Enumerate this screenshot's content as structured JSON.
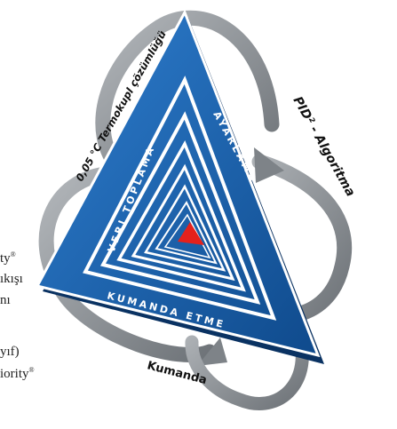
{
  "diagram": {
    "edge_labels": {
      "left": "0,05 °C Termokupl çözümlüğü",
      "right": "PID² - Algoritma",
      "bottom": "Kumanda"
    },
    "inner_labels": {
      "left": "VERI TOPLAMA",
      "right": "AYARLAMA",
      "bottom": "KUMANDA ETME"
    },
    "colors": {
      "triangle_blue": "#1a5fa8",
      "triangle_dark": "#0d3f7a",
      "arrow_gray": "#8f9499",
      "center_red": "#e4211c"
    }
  },
  "cut_text": [
    "ty",
    "ıkışı",
    "nı",
    "yıf)",
    "iority"
  ]
}
